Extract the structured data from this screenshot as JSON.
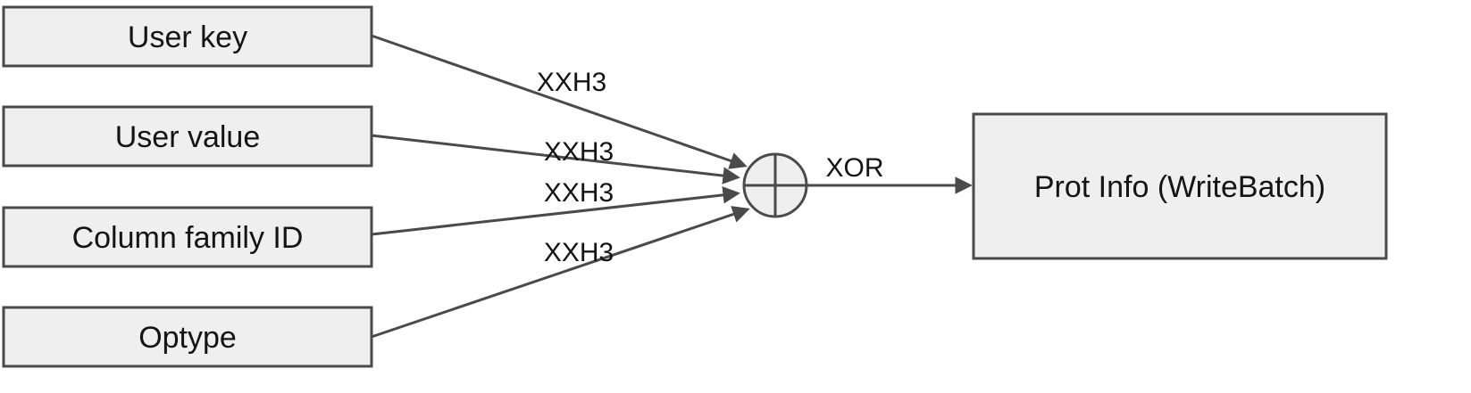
{
  "diagram": {
    "inputs": [
      {
        "label": "User key",
        "edge_label": "XXH3"
      },
      {
        "label": "User value",
        "edge_label": "XXH3"
      },
      {
        "label": "Column family ID",
        "edge_label": "XXH3"
      },
      {
        "label": "Optype",
        "edge_label": "XXH3"
      }
    ],
    "combiner": {
      "symbol": "circle-plus-xor",
      "edge_label": "XOR"
    },
    "output": {
      "label": "Prot Info (WriteBatch)"
    },
    "colors": {
      "page_bg": "#ffffff",
      "box_fill": "#efefef",
      "box_border": "#4a4a4a",
      "arrow_color": "#4a4a4a",
      "text_color": "#141414"
    }
  }
}
